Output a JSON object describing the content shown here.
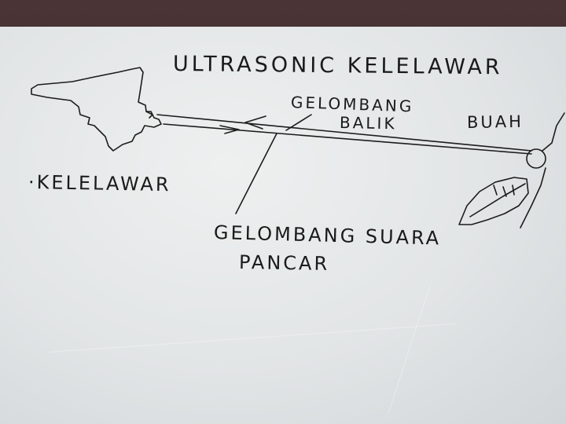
{
  "diagram": {
    "title": "ULTRASONIC KELELAWAR",
    "bat_label": "·KELELAWAR",
    "echo_label_line1": "GELOMBANG",
    "echo_label_line2": "BALIK",
    "fruit_label": "BUAH",
    "emitted_label_line1": "GELOMBANG SUARA",
    "emitted_label_line2": "PANCAR"
  },
  "icons": {
    "bat": "bat-icon",
    "fruit": "fruit-icon",
    "leaf": "leaf-icon",
    "emitted_arrow": "arrow-right-icon",
    "echo_arrow": "arrow-left-icon"
  },
  "colors": {
    "ink": "#1c1c1c",
    "paper": "#e4e7e8",
    "background": "#3a2a2c"
  }
}
